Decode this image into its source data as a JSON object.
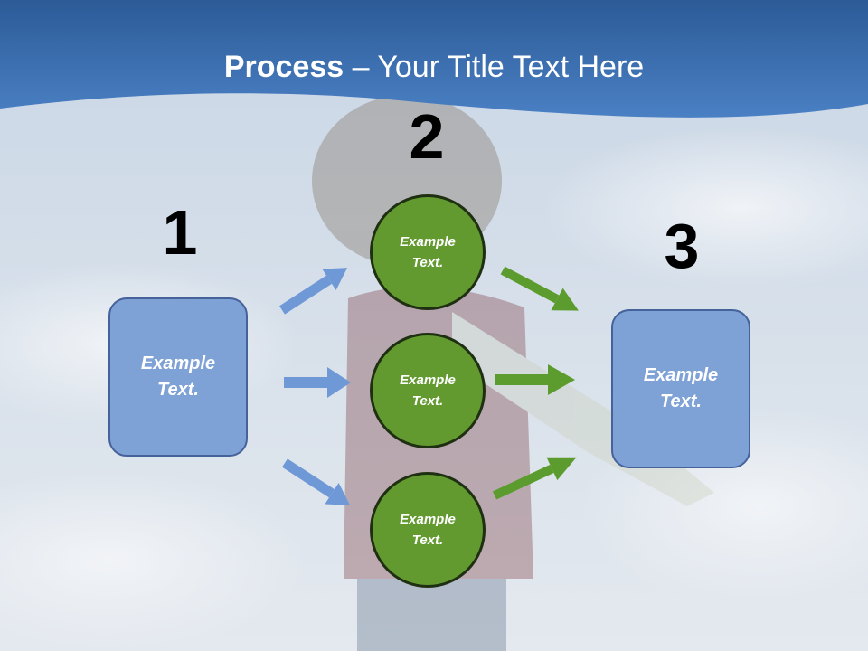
{
  "title": {
    "bold": "Process",
    "rest": " – Your Title Text Here"
  },
  "steps": {
    "one": "1",
    "two": "2",
    "three": "3"
  },
  "boxes": {
    "left": {
      "line1": "Example",
      "line2": "Text."
    },
    "right": {
      "line1": "Example",
      "line2": "Text."
    }
  },
  "circles": [
    {
      "line1": "Example",
      "line2": "Text."
    },
    {
      "line1": "Example",
      "line2": "Text."
    },
    {
      "line1": "Example",
      "line2": "Text."
    }
  ],
  "colors": {
    "header_blue": "#3f74b6",
    "box_fill": "#7ea1d6",
    "circle_fill": "#629a30",
    "blue_arrow": "#6f98d6",
    "green_arrow": "#5c9c2e"
  }
}
